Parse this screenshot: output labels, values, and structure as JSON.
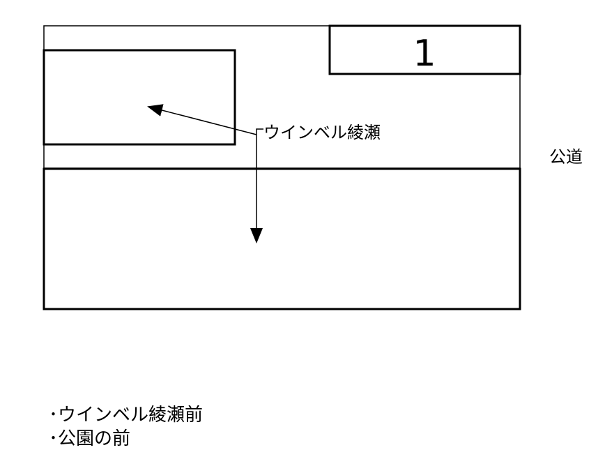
{
  "diagram": {
    "box_number": "1",
    "building_label": "ウインベル綾瀬",
    "road_label": "公道"
  },
  "notes": [
    "･ウインベル綾瀬前",
    "･公園の前"
  ]
}
